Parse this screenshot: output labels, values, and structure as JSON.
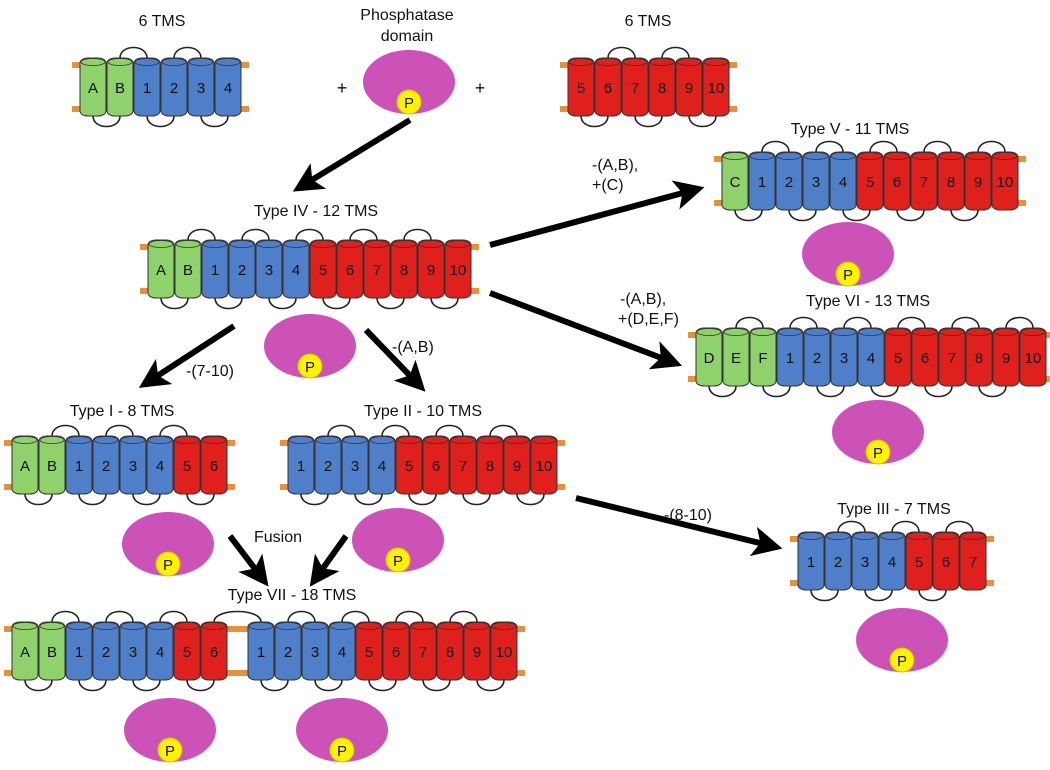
{
  "colors": {
    "green": "#8fd26b",
    "blue": "#4f7fc8",
    "red": "#e0201d",
    "membrane": "#e8903a",
    "phosphatase": "#cc52b8",
    "p_circle": "#fff200",
    "loop": "#222222",
    "arrow": "#000000"
  },
  "panels": {
    "tms6_left": {
      "title": "6 TMS",
      "segments": [
        {
          "label": "A",
          "color": "green"
        },
        {
          "label": "B",
          "color": "green"
        },
        {
          "label": "1",
          "color": "blue"
        },
        {
          "label": "2",
          "color": "blue"
        },
        {
          "label": "3",
          "color": "blue"
        },
        {
          "label": "4",
          "color": "blue"
        }
      ]
    },
    "phosphatase_domain": {
      "title_line1": "Phosphatase",
      "title_line2": "domain",
      "plus_left": "+",
      "plus_right": "+",
      "p_label": "P"
    },
    "tms6_right": {
      "title": "6 TMS",
      "segments": [
        {
          "label": "5",
          "color": "red"
        },
        {
          "label": "6",
          "color": "red"
        },
        {
          "label": "7",
          "color": "red"
        },
        {
          "label": "8",
          "color": "red"
        },
        {
          "label": "9",
          "color": "red"
        },
        {
          "label": "10",
          "color": "red"
        }
      ]
    },
    "type_iv": {
      "title": "Type IV - 12 TMS",
      "p_label": "P",
      "segments": [
        {
          "label": "A",
          "color": "green"
        },
        {
          "label": "B",
          "color": "green"
        },
        {
          "label": "1",
          "color": "blue"
        },
        {
          "label": "2",
          "color": "blue"
        },
        {
          "label": "3",
          "color": "blue"
        },
        {
          "label": "4",
          "color": "blue"
        },
        {
          "label": "5",
          "color": "red"
        },
        {
          "label": "6",
          "color": "red"
        },
        {
          "label": "7",
          "color": "red"
        },
        {
          "label": "8",
          "color": "red"
        },
        {
          "label": "9",
          "color": "red"
        },
        {
          "label": "10",
          "color": "red"
        }
      ]
    },
    "type_v": {
      "title": "Type V - 11 TMS",
      "p_label": "P",
      "segments": [
        {
          "label": "C",
          "color": "green"
        },
        {
          "label": "1",
          "color": "blue"
        },
        {
          "label": "2",
          "color": "blue"
        },
        {
          "label": "3",
          "color": "blue"
        },
        {
          "label": "4",
          "color": "blue"
        },
        {
          "label": "5",
          "color": "red"
        },
        {
          "label": "6",
          "color": "red"
        },
        {
          "label": "7",
          "color": "red"
        },
        {
          "label": "8",
          "color": "red"
        },
        {
          "label": "9",
          "color": "red"
        },
        {
          "label": "10",
          "color": "red"
        }
      ]
    },
    "type_vi": {
      "title": "Type VI - 13 TMS",
      "p_label": "P",
      "segments": [
        {
          "label": "D",
          "color": "green"
        },
        {
          "label": "E",
          "color": "green"
        },
        {
          "label": "F",
          "color": "green"
        },
        {
          "label": "1",
          "color": "blue"
        },
        {
          "label": "2",
          "color": "blue"
        },
        {
          "label": "3",
          "color": "blue"
        },
        {
          "label": "4",
          "color": "blue"
        },
        {
          "label": "5",
          "color": "red"
        },
        {
          "label": "6",
          "color": "red"
        },
        {
          "label": "7",
          "color": "red"
        },
        {
          "label": "8",
          "color": "red"
        },
        {
          "label": "9",
          "color": "red"
        },
        {
          "label": "10",
          "color": "red"
        }
      ]
    },
    "type_i": {
      "title": "Type I - 8 TMS",
      "p_label": "P",
      "segments": [
        {
          "label": "A",
          "color": "green"
        },
        {
          "label": "B",
          "color": "green"
        },
        {
          "label": "1",
          "color": "blue"
        },
        {
          "label": "2",
          "color": "blue"
        },
        {
          "label": "3",
          "color": "blue"
        },
        {
          "label": "4",
          "color": "blue"
        },
        {
          "label": "5",
          "color": "red"
        },
        {
          "label": "6",
          "color": "red"
        }
      ]
    },
    "type_ii": {
      "title": "Type II - 10 TMS",
      "p_label": "P",
      "segments": [
        {
          "label": "1",
          "color": "blue"
        },
        {
          "label": "2",
          "color": "blue"
        },
        {
          "label": "3",
          "color": "blue"
        },
        {
          "label": "4",
          "color": "blue"
        },
        {
          "label": "5",
          "color": "red"
        },
        {
          "label": "6",
          "color": "red"
        },
        {
          "label": "7",
          "color": "red"
        },
        {
          "label": "8",
          "color": "red"
        },
        {
          "label": "9",
          "color": "red"
        },
        {
          "label": "10",
          "color": "red"
        }
      ]
    },
    "type_iii": {
      "title": "Type III - 7 TMS",
      "p_label": "P",
      "segments": [
        {
          "label": "1",
          "color": "blue"
        },
        {
          "label": "2",
          "color": "blue"
        },
        {
          "label": "3",
          "color": "blue"
        },
        {
          "label": "4",
          "color": "blue"
        },
        {
          "label": "5",
          "color": "red"
        },
        {
          "label": "6",
          "color": "red"
        },
        {
          "label": "7",
          "color": "red"
        }
      ]
    },
    "type_vii": {
      "title": "Type VII - 18 TMS",
      "p_label": "P",
      "segments": [
        {
          "label": "A",
          "color": "green"
        },
        {
          "label": "B",
          "color": "green"
        },
        {
          "label": "1",
          "color": "blue"
        },
        {
          "label": "2",
          "color": "blue"
        },
        {
          "label": "3",
          "color": "blue"
        },
        {
          "label": "4",
          "color": "blue"
        },
        {
          "label": "5",
          "color": "red"
        },
        {
          "label": "6",
          "color": "red"
        },
        {
          "label": "1",
          "color": "blue"
        },
        {
          "label": "2",
          "color": "blue"
        },
        {
          "label": "3",
          "color": "blue"
        },
        {
          "label": "4",
          "color": "blue"
        },
        {
          "label": "5",
          "color": "red"
        },
        {
          "label": "6",
          "color": "red"
        },
        {
          "label": "7",
          "color": "red"
        },
        {
          "label": "8",
          "color": "red"
        },
        {
          "label": "9",
          "color": "red"
        },
        {
          "label": "10",
          "color": "red"
        }
      ]
    }
  },
  "arrow_labels": {
    "to_type_v_line1": "-(A,B),",
    "to_type_v_line2": "+(C)",
    "to_type_vi_line1": "-(A,B),",
    "to_type_vi_line2": "+(D,E,F)",
    "to_type_i": "-(7-10)",
    "to_type_ii": "-(A,B)",
    "to_type_iii": "-(8-10)",
    "fusion": "Fusion"
  }
}
